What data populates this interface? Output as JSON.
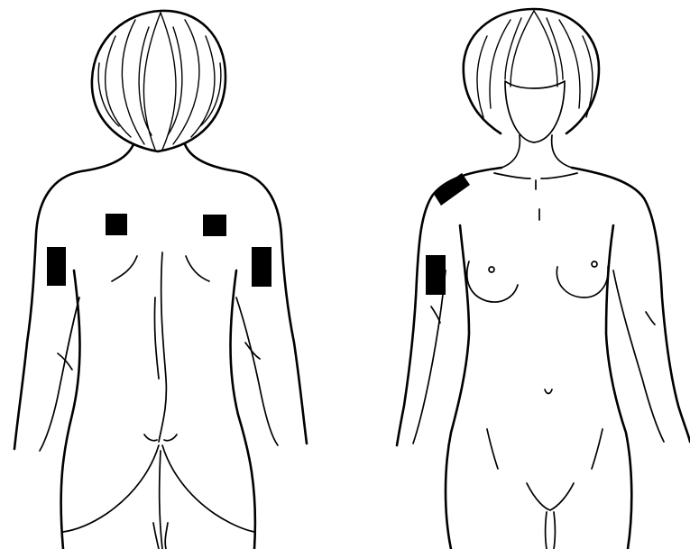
{
  "figure": {
    "views": [
      {
        "id": "back",
        "patch_count": 4
      },
      {
        "id": "front",
        "patch_count": 2
      }
    ],
    "patch_color": "#000000",
    "line_color": "#000000",
    "background": "#ffffff"
  }
}
